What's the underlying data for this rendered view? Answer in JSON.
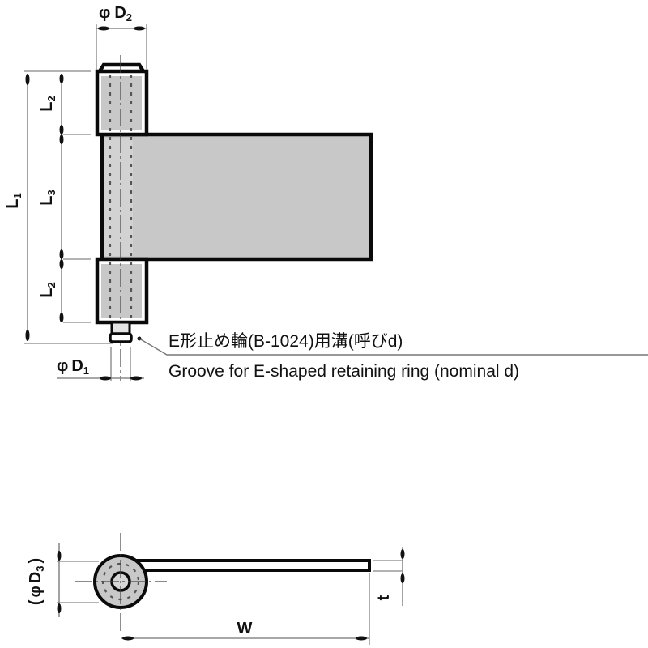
{
  "drawing": {
    "title": "Hinge dimensional drawing",
    "colors": {
      "outline": "#0a0a0a",
      "fill": "#c8c8c8",
      "dimension_line": "#8a8a8a",
      "background": "#ffffff"
    },
    "front_view": {
      "labels": {
        "d2": {
          "prefix": "φ",
          "main": "D",
          "sub": "2"
        },
        "d1": {
          "prefix": "φ",
          "main": "D",
          "sub": "1"
        },
        "l1": {
          "main": "L",
          "sub": "1"
        },
        "l2_top": {
          "main": "L",
          "sub": "2"
        },
        "l3": {
          "main": "L",
          "sub": "3"
        },
        "l2_bottom": {
          "main": "L",
          "sub": "2"
        }
      },
      "note": {
        "japanese": "E形止め輪(B-1024)用溝(呼びd)",
        "english": "Groove for E-shaped retaining ring (nominal d)"
      }
    },
    "end_view": {
      "labels": {
        "d3": "(φD3)",
        "d3_parts": {
          "open": "(",
          "prefix": "φ",
          "main": "D",
          "sub": "3",
          "close": ")"
        },
        "w": "W",
        "t": "t"
      }
    }
  }
}
